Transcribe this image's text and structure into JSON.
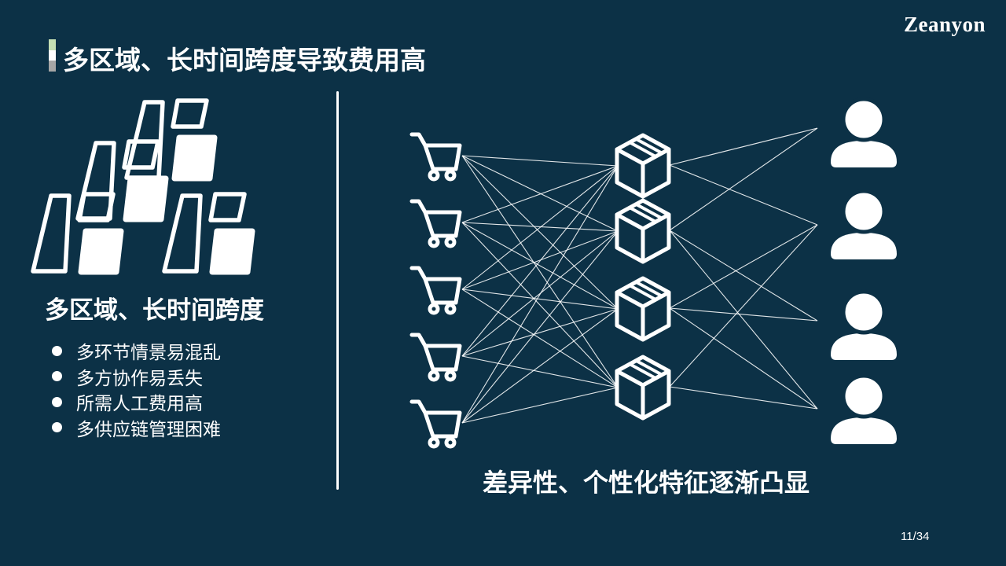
{
  "slide": {
    "logo": "Zeanyon",
    "title": "多区域、长时间跨度导致费用高",
    "page_number": "11/34",
    "background_color": "#0c3146",
    "accent_bar_colors": [
      "#c5e0b4",
      "#ffffff",
      "#a6a6a6"
    ]
  },
  "left_panel": {
    "icon": "warehouse-cluster-icon",
    "heading": "多区域、长时间跨度",
    "bullets": [
      "多环节情景易混乱",
      "多方协作易丢失",
      "所需人工费用高",
      "多供应链管理困难"
    ]
  },
  "right_panel": {
    "caption": "差异性、个性化特征逐渐凸显",
    "diagram": {
      "type": "bipartite-network",
      "source_icon": "shopping-cart-icon",
      "source_count": 5,
      "middle_icon": "package-box-icon",
      "middle_count": 4,
      "target_icon": "user-icon",
      "target_count": 4
    }
  }
}
